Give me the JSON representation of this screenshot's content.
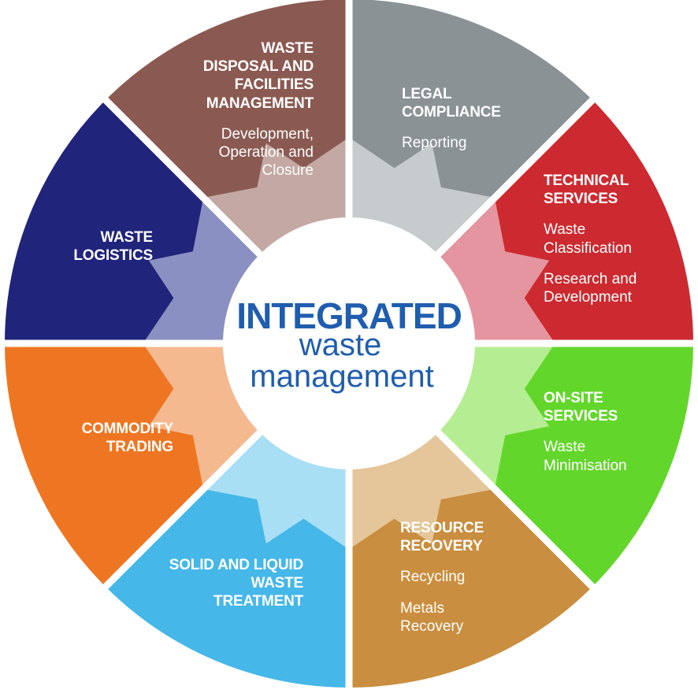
{
  "center": {
    "line1": "INTEGRATED",
    "line2": "waste",
    "line3": "management",
    "color": "#1f5dae"
  },
  "segments": [
    {
      "id": "waste-disposal",
      "color": "#8a5a52",
      "inner_color": "#c3a8a3",
      "title": [
        "WASTE",
        "DISPOSAL AND",
        "FACILITIES",
        "MANAGEMENT"
      ],
      "items": [
        [
          "Development,",
          "Operation and",
          "Closure"
        ]
      ]
    },
    {
      "id": "legal-compliance",
      "color": "#8b9296",
      "inner_color": "#c6cbcd",
      "title": [
        "LEGAL",
        "COMPLIANCE"
      ],
      "items": [
        [
          "Reporting"
        ]
      ]
    },
    {
      "id": "technical-services",
      "color": "#cc2a30",
      "inner_color": "#e495a0",
      "title": [
        "TECHNICAL",
        "SERVICES"
      ],
      "items": [
        [
          "Waste",
          "Classification"
        ],
        [
          "Research and",
          "Development"
        ]
      ]
    },
    {
      "id": "on-site-services",
      "color": "#63d62b",
      "inner_color": "#b5ed92",
      "title": [
        "ON-SITE",
        "SERVICES"
      ],
      "items": [
        [
          "Waste",
          "Minimisation"
        ]
      ]
    },
    {
      "id": "resource-recovery",
      "color": "#c98e3f",
      "inner_color": "#e4c69a",
      "title": [
        "RESOURCE",
        "RECOVERY"
      ],
      "items": [
        [
          "Recycling"
        ],
        [
          "Metals",
          "Recovery"
        ]
      ]
    },
    {
      "id": "solid-liquid-treatment",
      "color": "#45b7e8",
      "inner_color": "#a8dff5",
      "title": [
        "SOLID AND LIQUID",
        "WASTE",
        "TREATMENT"
      ],
      "items": []
    },
    {
      "id": "commodity-trading",
      "color": "#ee7622",
      "inner_color": "#f5b98f",
      "title": [
        "COMMODITY",
        "TRADING"
      ],
      "items": []
    },
    {
      "id": "waste-logistics",
      "color": "#20247a",
      "inner_color": "#8a90c2",
      "title": [
        "WASTE",
        "LOGISTICS"
      ],
      "items": []
    }
  ]
}
